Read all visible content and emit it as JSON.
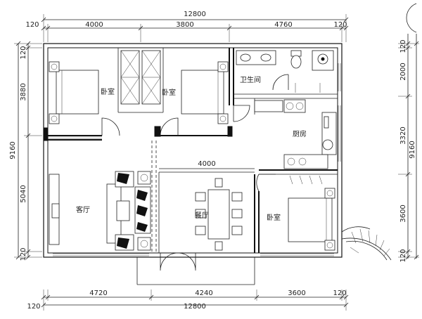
{
  "dimensions": {
    "top_total": "12800",
    "top_left_margin": "120",
    "top_right_margin": "120",
    "top_segments": [
      "4000",
      "3800",
      "4760"
    ],
    "bottom_total": "12800",
    "bottom_left_margin": "120",
    "bottom_right_margin": "120",
    "bottom_segments": [
      "4720",
      "4240",
      "3600"
    ],
    "left_total": "9160",
    "left_top_margin": "120",
    "left_bottom_margin": "120",
    "left_segments": [
      "3880",
      "5040"
    ],
    "right_total": "9160",
    "right_top_margin": "120",
    "right_bottom_margin": "120",
    "right_segments": [
      "2000",
      "3320",
      "3600"
    ],
    "dining_width": "4000"
  },
  "rooms": {
    "bedroom_left": "卧室",
    "bedroom_middle": "卧室",
    "bathroom": "卫生间",
    "kitchen": "厨房",
    "living_room": "客厅",
    "dining_room": "餐厅",
    "bedroom_right": "卧室"
  }
}
